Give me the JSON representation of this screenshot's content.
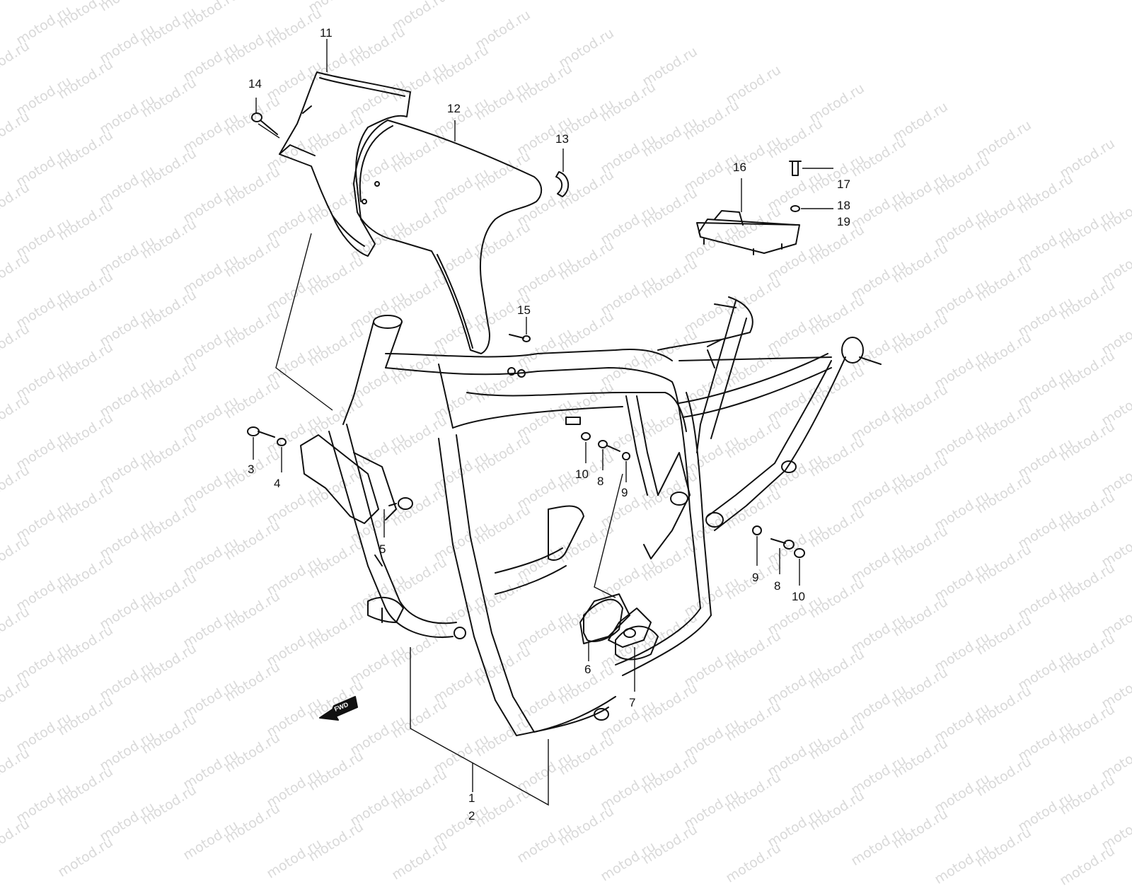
{
  "watermark": {
    "text": "motod.ru",
    "color": "#d9d9d9"
  },
  "fwd_label": "FWD",
  "callouts": [
    {
      "id": "11",
      "text": "11"
    },
    {
      "id": "14",
      "text": "14"
    },
    {
      "id": "12",
      "text": "12"
    },
    {
      "id": "13",
      "text": "13"
    },
    {
      "id": "16",
      "text": "16"
    },
    {
      "id": "17",
      "text": "17"
    },
    {
      "id": "18",
      "text": "18"
    },
    {
      "id": "19",
      "text": "19"
    },
    {
      "id": "15",
      "text": "15"
    },
    {
      "id": "3",
      "text": "3"
    },
    {
      "id": "4",
      "text": "4"
    },
    {
      "id": "5",
      "text": "5"
    },
    {
      "id": "10a",
      "text": "10"
    },
    {
      "id": "8a",
      "text": "8"
    },
    {
      "id": "9a",
      "text": "9"
    },
    {
      "id": "9b",
      "text": "9"
    },
    {
      "id": "8b",
      "text": "8"
    },
    {
      "id": "10b",
      "text": "10"
    },
    {
      "id": "6",
      "text": "6"
    },
    {
      "id": "7",
      "text": "7"
    },
    {
      "id": "1",
      "text": "1"
    },
    {
      "id": "2",
      "text": "2"
    }
  ]
}
